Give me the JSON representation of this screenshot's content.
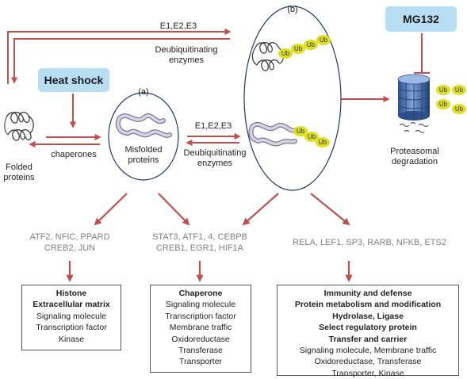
{
  "labels": {
    "e_top": "E1,E2,E3",
    "deub_top": "Deubiquitinating",
    "enzymes_top": "enzymes",
    "label_a": "(a)",
    "label_b": "(b)",
    "heat_shock": "Heat shock",
    "mg132": "MG132",
    "folded": "Folded",
    "proteins": "proteins",
    "chaperones": "chaperones",
    "misfolded": "Misfolded",
    "misfolded_proteins": "proteins",
    "e_mid": "E1,E2,E3",
    "deub_mid": "Deubiquitinating",
    "enzymes_mid": "enzymes",
    "proteasomal": "Proteasomal",
    "degradation": "degradation",
    "ub": "Ub"
  },
  "gene_groups": [
    {
      "line1": "ATF2, NFIC, PPARD",
      "line2": "CREB2, JUN"
    },
    {
      "line1": "STAT3, ATF1, 4, CEBPB",
      "line2": "CREB1, EGR1, HIF1A"
    },
    {
      "line1": "RELA, LEF1, SP3, RARB, NFKB, ETS2"
    }
  ],
  "boxes": [
    {
      "bold": [
        "Histone",
        "Extracellular matrix"
      ],
      "normal": [
        "Signaling molecule",
        "Transcription factor",
        "Kinase"
      ]
    },
    {
      "bold": [
        "Chaperone"
      ],
      "normal": [
        "Signaling molecule",
        "Transcription factor",
        "Membrane traffic",
        "Oxidoreductase",
        "Transferase",
        "Transporter"
      ]
    },
    {
      "bold": [
        "Immunity and defense",
        "Protein metabolism and modification",
        "Hydrolase, Ligase",
        "Select regulatory protein",
        "Transfer and carrier"
      ],
      "normal": [
        "Signaling molecule, Membrane traffic",
        "Oxidoreductase, Transferase",
        "Transporter, Kinase"
      ]
    }
  ],
  "colors": {
    "arrow": "#c0504d",
    "pill": "#b8def3",
    "ub": "#dede22",
    "outline": "#1f3864",
    "protein": "#c9c3dc"
  }
}
